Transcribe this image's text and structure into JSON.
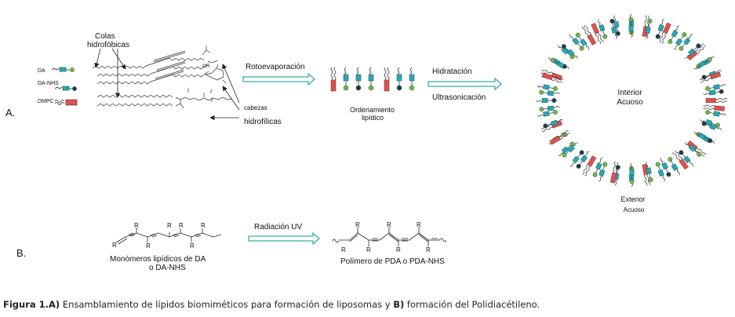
{
  "panel_a": {
    "letter": "A.",
    "colas_line1": "Colas",
    "colas_line2": "hidrofóbicas",
    "legend": {
      "da": "DA",
      "da_nhs": "DA-NHS",
      "dmpc": "DMPC"
    },
    "oh": "OH",
    "cabezas_line1": "cabezas",
    "cabezas_line2": "hidrofílicas",
    "step1": "Rotoevaporación",
    "ordenamiento_line1": "Ordenamiento",
    "ordenamiento_line2": "lipídico",
    "step2a": "Hidratación",
    "step2b": "Ultrasonicación",
    "interior_line1": "Interior",
    "interior_line2": "Acuoso",
    "exterior_line1": "Exterior",
    "exterior_line2": "Acuoso"
  },
  "panel_b": {
    "letter": "B.",
    "r": "R",
    "step": "Radiación  UV",
    "monomer_line1": "Monómeros lipídicos  de DA",
    "monomer_line2": "o DA-NHS",
    "polymer": "Polímero de PDA  o PDA-NHS"
  },
  "caption": {
    "figure": "Figura 1.",
    "a": "A)",
    "text1": " Ensamblamiento de lípidos biomiméticos para formación de liposomas y ",
    "b": "B)",
    "text2": " formación del Polidiacétileno."
  },
  "colors": {
    "arrow": "#33b0a3",
    "cyan_head": "#2aa6b8",
    "red_tail": "#d9534f",
    "green_dot": "#6dbb45",
    "dark_dot": "#1a3d4d"
  }
}
